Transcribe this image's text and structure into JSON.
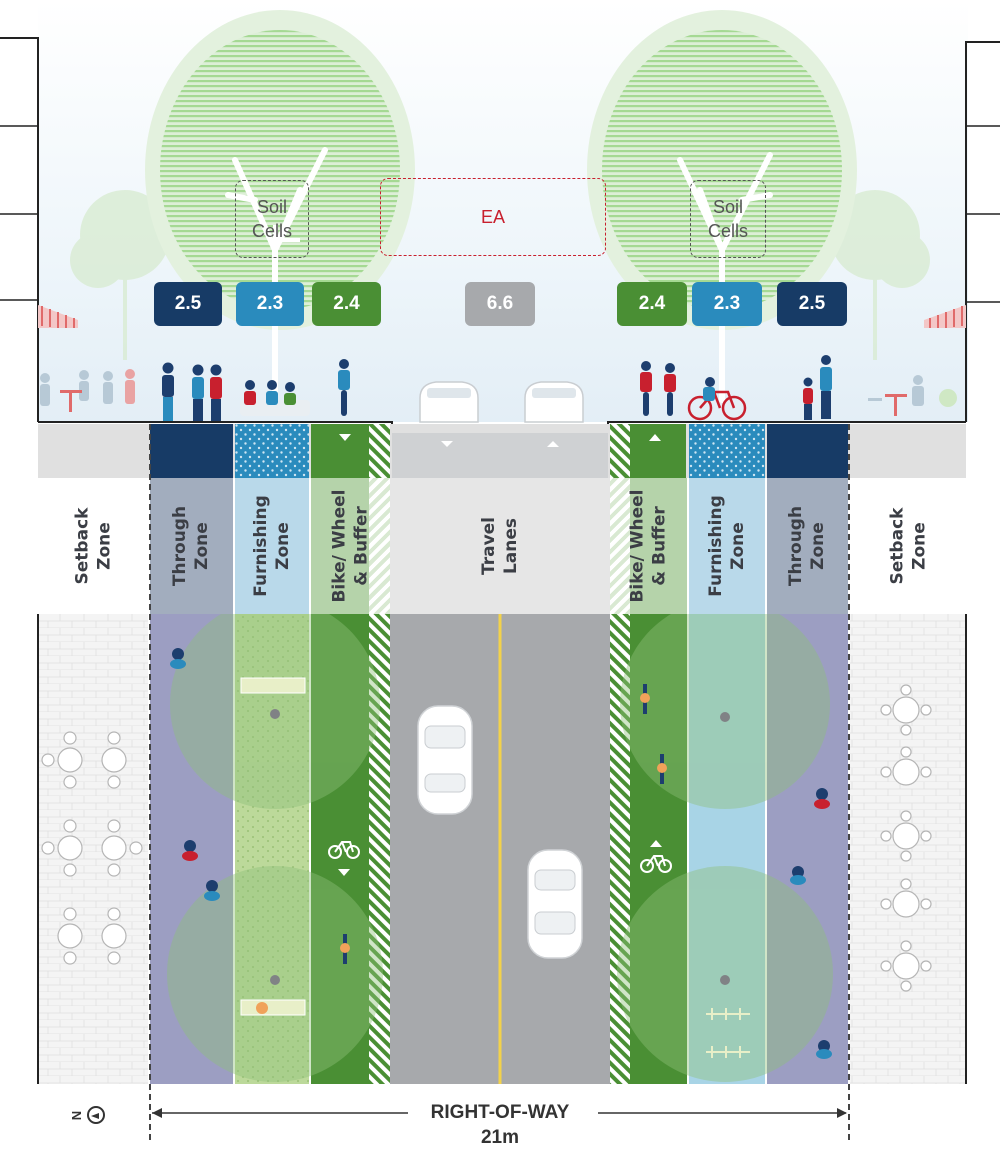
{
  "section": {
    "soil_cells_left": "Soil\nCells",
    "soil_cells_right": "Soil\nCells",
    "easement": "EA",
    "dimensions": [
      "2.5",
      "2.3",
      "2.4",
      "6.6",
      "2.4",
      "2.3",
      "2.5"
    ]
  },
  "zones": {
    "setback_left": "Setback\nZone",
    "through_left": "Through\nZone",
    "furnishing_left": "Furnishing\nZone",
    "bike_left": "Bike/ Wheel\n& Buffer",
    "travel": "Travel\nLanes",
    "bike_right": "Bike/ Wheel\n& Buffer",
    "furnishing_right": "Furnishing\nZone",
    "through_right": "Through\nZone",
    "setback_right": "Setback\nZone"
  },
  "footer": {
    "north_letter": "N",
    "row_label": "RIGHT-OF-WAY",
    "row_width": "21m"
  },
  "colors": {
    "navy": "#173b66",
    "blue": "#2a8bbd",
    "green": "#4a8f34",
    "grey": "#a7a9ac",
    "easement_red": "#c8202e"
  }
}
